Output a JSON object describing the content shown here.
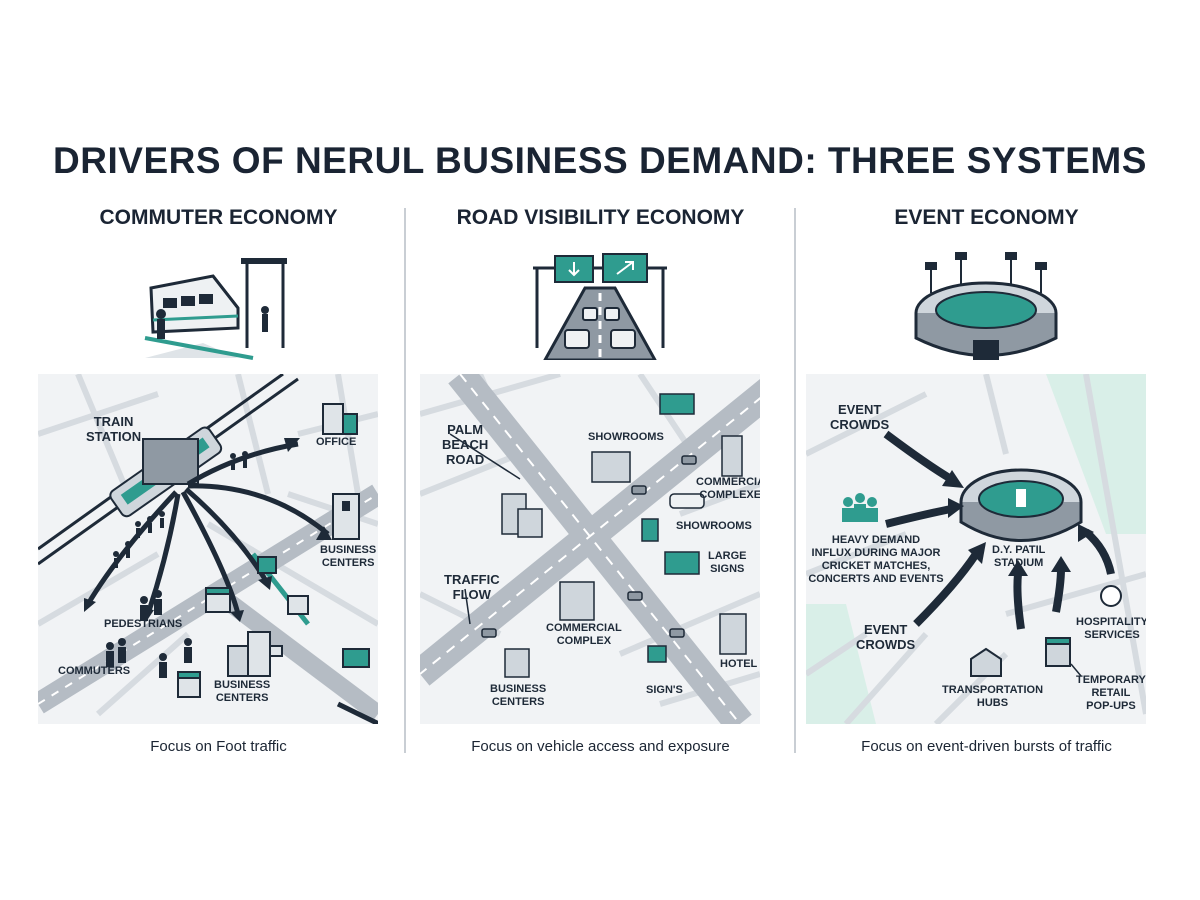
{
  "title": "DRIVERS OF NERUL BUSINESS DEMAND: THREE SYSTEMS",
  "colors": {
    "teal": "#2f9c8f",
    "dark": "#1e2a38",
    "road": "#b5bcc4",
    "map_bg": "#f1f3f5",
    "green_zone": "#d9efe8"
  },
  "commuter": {
    "heading": "COMMUTER ECONOMY",
    "icon": "train-station-icon",
    "labels": {
      "train_station": "TRAIN\nSTATION",
      "office": "OFFICE",
      "business_centers_1": "BUSINESS\nCENTERS",
      "pedestrians": "PEDESTRIANS",
      "commuters": "COMMUTERS",
      "business_centers_2": "BUSINESS\nCENTERS"
    },
    "caption": "Focus on Foot traffic"
  },
  "road": {
    "heading": "ROAD VISIBILITY ECONOMY",
    "icon": "highway-icon",
    "labels": {
      "palm_beach_road": "PALM\nBEACH\nROAD",
      "showrooms_1": "SHOWROOMS",
      "commercial_complexes": "COMMERCIAL\nCOMPLEXES",
      "showrooms_2": "SHOWROOMS",
      "large_signs": "LARGE\nSIGNS",
      "traffic_flow": "TRAFFIC\nFLOW",
      "commercial_complex": "COMMERCIAL\nCOMPLEX",
      "hotel": "HOTEL",
      "business_centers": "BUSINESS\nCENTERS",
      "signs": "SIGN'S"
    },
    "caption": "Focus on vehicle access and exposure"
  },
  "event": {
    "heading": "EVENT ECONOMY",
    "icon": "stadium-icon",
    "labels": {
      "event_crowds_1": "EVENT\nCROWDS",
      "heavy_demand": "HEAVY DEMAND\nINFLUX DURING MAJOR\nCRICKET MATCHES,\nCONCERTS AND EVENTS",
      "stadium": "D.Y. PATIL\nSTADIUM",
      "event_crowds_2": "EVENT\nCROWDS",
      "hospitality": "HOSPITALITY\nSERVICES",
      "transport": "TRANSPORTATION\nHUBS",
      "popups": "TEMPORARY\nRETAIL\nPOP-UPS"
    },
    "caption": "Focus on event-driven bursts of traffic"
  }
}
